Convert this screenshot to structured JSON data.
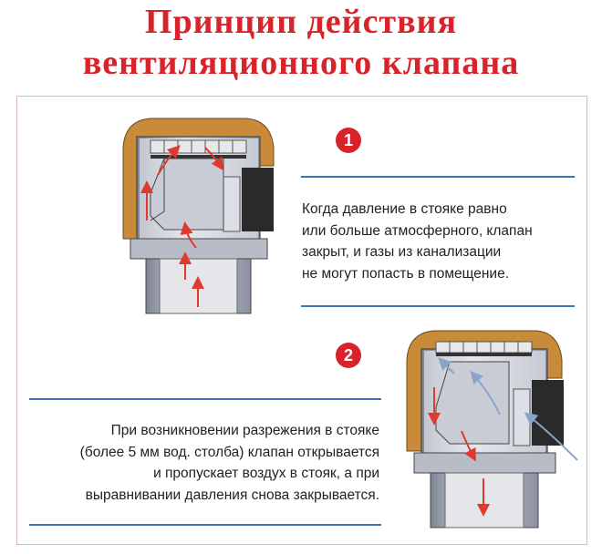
{
  "title": {
    "line1": "Принцип действия",
    "line2": "вентиляционного клапана"
  },
  "step1": {
    "number": "1",
    "text_lines": [
      "Когда давление в стояке равно",
      "или больше атмосферного, клапан",
      "закрыт, и газы из канализации",
      "не могут попасть в помещение."
    ]
  },
  "step2": {
    "number": "2",
    "text_lines": [
      "При возникновении разрежения в стояке",
      "(более 5 мм вод. столба) клапан открывается",
      "и пропускает воздух в стояк, а при",
      "выравнивании давления снова закрывается."
    ]
  },
  "colors": {
    "title_red": "#d8232a",
    "badge_red": "#d8232a",
    "rule_blue": "#3d6fb5",
    "valve_cap": "#c98a3a",
    "valve_body": "#9aa0ae",
    "arrow_red": "#e03a2e",
    "arrow_blue": "#8aa4c8"
  }
}
